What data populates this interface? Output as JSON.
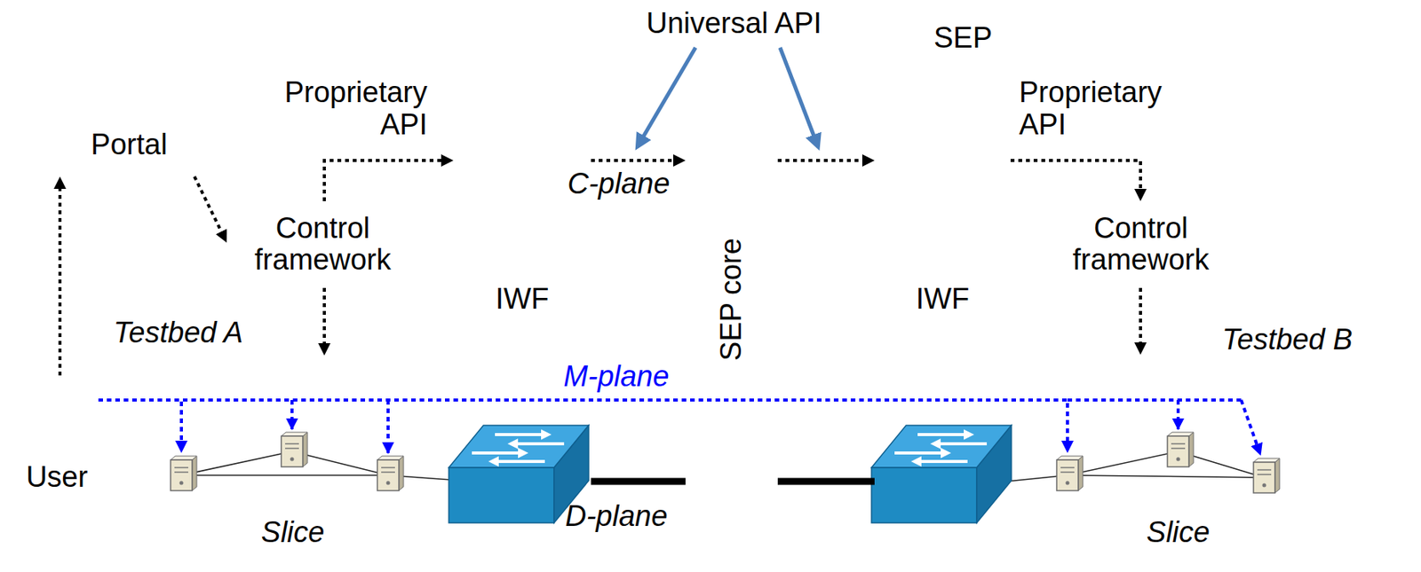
{
  "diagram": {
    "nodes": [
      {
        "text": [
          "Portal"
        ]
      },
      {
        "text": [
          "Testbed A"
        ]
      },
      {
        "text": [
          "Control framework"
        ],
        "in": 1
      },
      {
        "text": [
          "User"
        ],
        "in": 1
      },
      {
        "text": [
          "Slice"
        ],
        "in": 1
      },
      {
        "text": [
          "SEP"
        ]
      },
      {
        "text": [
          "IWF"
        ],
        "in": 5
      },
      {
        "text": [
          "SEP core"
        ],
        "in": 5
      },
      {
        "text": [
          "IWF"
        ],
        "in": 5
      },
      {
        "text": [
          "Testbed B"
        ]
      },
      {
        "text": [
          "Control framework"
        ],
        "in": 9
      },
      {
        "text": [
          "Slice"
        ],
        "in": 9
      }
    ],
    "edges": [
      {
        "from": 3,
        "to": 0,
        "arrow": "to"
      },
      {
        "from": 0,
        "to": 2,
        "arrow": "to"
      },
      {
        "from": 2,
        "to": 6,
        "label": "Proprietary API",
        "arrow": "to"
      },
      {
        "from": 6,
        "to": 7,
        "label": "C-plane",
        "arrow": "to"
      },
      {
        "from": 7,
        "to": 8,
        "arrow": "to"
      },
      {
        "from": 8,
        "to": 10,
        "label": "Proprietary API",
        "arrow": "to"
      },
      {
        "from": 2,
        "to": 4,
        "arrow": "to"
      },
      {
        "from": 10,
        "to": 11,
        "arrow": "to"
      },
      {
        "from": 3,
        "to": 4,
        "arrow": "to"
      },
      {
        "from": 3,
        "to": 11,
        "label": "M-plane",
        "arrow": "to"
      },
      {
        "from": 6,
        "to": 7,
        "label": "D-plane",
        "arrow": "none"
      },
      {
        "from": 7,
        "to": 8,
        "arrow": "none"
      }
    ],
    "labels": [
      "Universal API"
    ]
  }
}
